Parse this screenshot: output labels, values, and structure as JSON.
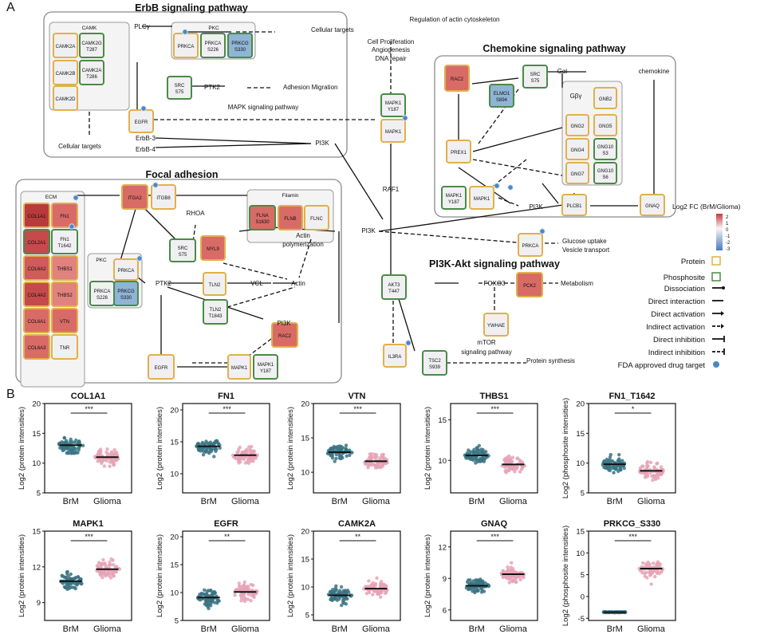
{
  "panel_a_letter": "A",
  "panel_b_letter": "B",
  "pathway_titles": [
    "ErbB signaling pathway",
    "Chemokine signaling pathway",
    "Focal adhesion",
    "PI3K-Akt signaling pathway"
  ],
  "group_labels": [
    "CAMK",
    "PKC",
    "ECM",
    "Filamin",
    "PKC"
  ],
  "node_names": [
    "CAMK2A",
    "CAMK2G\nT287",
    "CAMK2B",
    "CAMK2A\nT286",
    "CAMK2D",
    "PRKCA",
    "PRKCA\nS226",
    "PRKCG\nS330",
    "SRC\nS75",
    "EGFR",
    "MAPK1\nY187",
    "MAPK1",
    "RAC2",
    "ELMO1\nS894",
    "SRC\nS75",
    "PREX1",
    "GNB2",
    "GNG2",
    "GNG5",
    "GNG4",
    "GNG10\nS3",
    "GNG7",
    "GNG10\nS6",
    "MAPK1\nY187",
    "MAPK1",
    "PLCB1",
    "GNAQ",
    "COL1A1",
    "FN1",
    "COL2A1",
    "FN1\nT1642",
    "COL6A2",
    "THBS1",
    "COL4A2",
    "THBS2",
    "COL6A1",
    "VTN",
    "COL6A3",
    "TNR",
    "ITGA2",
    "ITGB8",
    "FLNA\nS1630",
    "FLNB",
    "FLNC",
    "SRC\nS75",
    "MYL9",
    "PRKCA",
    "PRKCA\nS226",
    "PRKCG\nS330",
    "TLN2",
    "TLN2\nT1843",
    "RAC2",
    "EGFR",
    "MAPK1",
    "MAPK1\nY187",
    "PRKCA",
    "AKT3\nT447",
    "PCK2",
    "YWHAE",
    "IL3RA",
    "TSC2\nS939"
  ],
  "plain_labels": [
    "PLCγ",
    "Cellular targets",
    "PTK2",
    "Adhesion Migration",
    "MAPK signaling pathway",
    "Cellular targets",
    "ErbB-3",
    "ErbB-4",
    "PI3K",
    "Regulation of actin cytoskeleton",
    "Cell Proliferation",
    "Angiogenesis",
    "DNA repair",
    "Gαi",
    "chemokine",
    "Gβγ",
    "PI3K",
    "RAF1",
    "PI3K",
    "RHOA",
    "Actin",
    "polymerization",
    "PTK2",
    "VCL",
    "Actin",
    "PI3K",
    "Glucose uptake",
    "Vesicle transport",
    "FOXO3",
    "Metabolism",
    "mTOR",
    "signaling pathway",
    "Protein synthesis"
  ],
  "legend": {
    "colorbar_title": "Log2 FC (BrM/Glioma)",
    "colorbar_ticks": [
      "2",
      "1",
      "0",
      "-1",
      "-2",
      "-3"
    ],
    "items": [
      "Protein",
      "Phosphosite",
      "Dissociation",
      "Direct interaction",
      "Direct activation",
      "Indirect activation",
      "Direct inhibition",
      "Indirect inhibition",
      "FDA approved drug target"
    ]
  },
  "chart_data": [
    {
      "type": "scatter",
      "title": "COL1A1",
      "ylabel": "Log2 (protein intensities)",
      "categories": [
        "BrM",
        "Glioma"
      ],
      "ylim": [
        5,
        20
      ],
      "yticks": [
        5,
        10,
        15,
        20
      ],
      "means": [
        13.0,
        11.0
      ],
      "significance": "***",
      "series": [
        {
          "name": "BrM",
          "color": "#3a7484"
        },
        {
          "name": "Glioma",
          "color": "#e6a3b6"
        }
      ]
    },
    {
      "type": "scatter",
      "title": "FN1",
      "ylabel": "Log2 (protein intensities)",
      "categories": [
        "BrM",
        "Glioma"
      ],
      "ylim": [
        7,
        21
      ],
      "yticks": [
        10,
        15,
        20
      ],
      "means": [
        14.3,
        12.9
      ],
      "significance": "***",
      "series": [
        {
          "name": "BrM",
          "color": "#3a7484"
        },
        {
          "name": "Glioma",
          "color": "#e6a3b6"
        }
      ]
    },
    {
      "type": "scatter",
      "title": "VTN",
      "ylabel": "Log2 (protein intensities)",
      "categories": [
        "BrM",
        "Glioma"
      ],
      "ylim": [
        7,
        20
      ],
      "yticks": [
        10,
        15,
        20
      ],
      "means": [
        12.9,
        11.6
      ],
      "significance": "***",
      "series": [
        {
          "name": "BrM",
          "color": "#3a7484"
        },
        {
          "name": "Glioma",
          "color": "#e6a3b6"
        }
      ]
    },
    {
      "type": "scatter",
      "title": "THBS1",
      "ylabel": "Log2 (protein intensities)",
      "categories": [
        "BrM",
        "Glioma"
      ],
      "ylim": [
        6,
        17
      ],
      "yticks": [
        10,
        15
      ],
      "means": [
        10.6,
        9.5
      ],
      "significance": "***",
      "series": [
        {
          "name": "BrM",
          "color": "#3a7484"
        },
        {
          "name": "Glioma",
          "color": "#e6a3b6"
        }
      ]
    },
    {
      "type": "scatter",
      "title": "FN1_T1642",
      "ylabel": "Log2 (phosphosite intensities)",
      "categories": [
        "BrM",
        "Glioma"
      ],
      "ylim": [
        5,
        20
      ],
      "yticks": [
        5,
        10,
        15,
        20
      ],
      "means": [
        9.8,
        8.7
      ],
      "significance": "*",
      "series": [
        {
          "name": "BrM",
          "color": "#3a7484"
        },
        {
          "name": "Glioma",
          "color": "#e6a3b6"
        }
      ]
    },
    {
      "type": "scatter",
      "title": "MAPK1",
      "ylabel": "Log2 (protein intensities)",
      "categories": [
        "BrM",
        "Glioma"
      ],
      "ylim": [
        7.5,
        15
      ],
      "yticks": [
        9,
        12,
        15
      ],
      "means": [
        10.8,
        11.8
      ],
      "significance": "***",
      "series": [
        {
          "name": "BrM",
          "color": "#3a7484"
        },
        {
          "name": "Glioma",
          "color": "#e6a3b6"
        }
      ]
    },
    {
      "type": "scatter",
      "title": "EGFR",
      "ylabel": "Log2 (protein intensities)",
      "categories": [
        "BrM",
        "Glioma"
      ],
      "ylim": [
        5,
        21
      ],
      "yticks": [
        5,
        10,
        15,
        20
      ],
      "means": [
        9.1,
        10.1
      ],
      "significance": "**",
      "series": [
        {
          "name": "BrM",
          "color": "#3a7484"
        },
        {
          "name": "Glioma",
          "color": "#e6a3b6"
        }
      ]
    },
    {
      "type": "scatter",
      "title": "CAMK2A",
      "ylabel": "Log2 (protein intensities)",
      "categories": [
        "BrM",
        "Glioma"
      ],
      "ylim": [
        4,
        20
      ],
      "yticks": [
        5,
        10,
        15,
        20
      ],
      "means": [
        8.5,
        9.7
      ],
      "significance": "**",
      "series": [
        {
          "name": "BrM",
          "color": "#3a7484"
        },
        {
          "name": "Glioma",
          "color": "#e6a3b6"
        }
      ]
    },
    {
      "type": "scatter",
      "title": "GNAQ",
      "ylabel": "Log2 (protein intensities)",
      "categories": [
        "BrM",
        "Glioma"
      ],
      "ylim": [
        5,
        13.5
      ],
      "yticks": [
        6,
        9,
        12
      ],
      "means": [
        8.3,
        9.4
      ],
      "significance": "***",
      "series": [
        {
          "name": "BrM",
          "color": "#3a7484"
        },
        {
          "name": "Glioma",
          "color": "#e6a3b6"
        }
      ]
    },
    {
      "type": "scatter",
      "title": "PRKCG_S330",
      "ylabel": "Log2 (phosphosite intensities)",
      "categories": [
        "BrM",
        "Glioma"
      ],
      "ylim": [
        -5.5,
        15
      ],
      "yticks": [
        -5,
        0,
        5,
        10,
        15
      ],
      "means": [
        -3.6,
        6.4
      ],
      "significance": "***",
      "series": [
        {
          "name": "BrM",
          "color": "#3a7484"
        },
        {
          "name": "Glioma",
          "color": "#e6a3b6"
        }
      ]
    }
  ]
}
